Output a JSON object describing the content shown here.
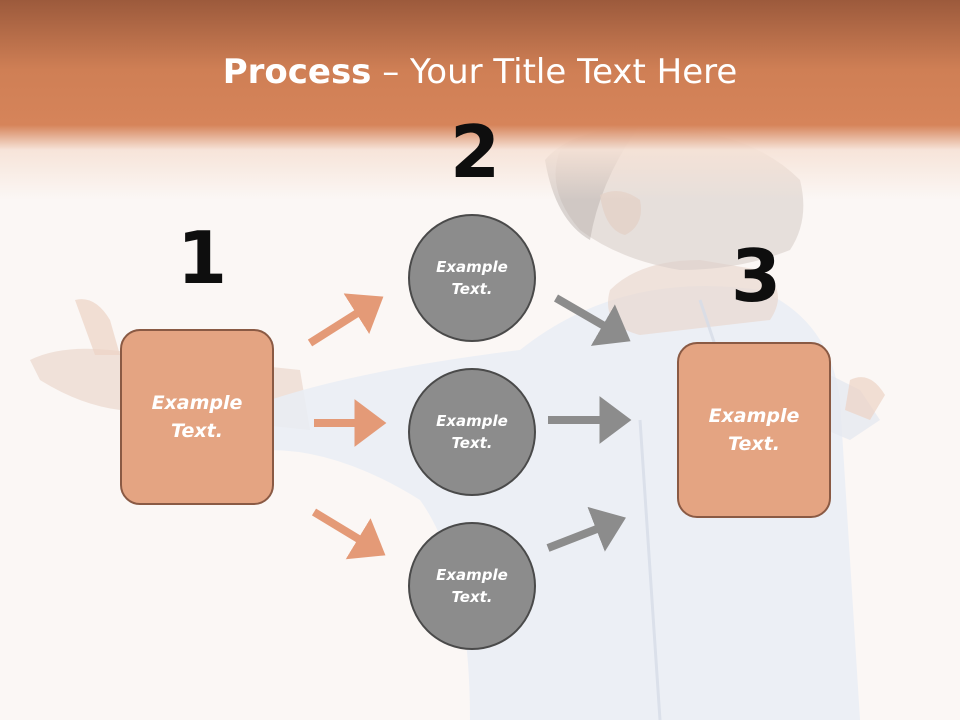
{
  "title": {
    "bold": "Process",
    "rest": " – Your Title Text Here"
  },
  "steps": {
    "one": "1",
    "two": "2",
    "three": "3"
  },
  "boxes": {
    "left": [
      "Example",
      "Text."
    ],
    "right": [
      "Example",
      "Text."
    ]
  },
  "circles": {
    "top": [
      "Example",
      "Text."
    ],
    "middle": [
      "Example",
      "Text."
    ],
    "bottom": [
      "Example",
      "Text."
    ]
  },
  "colors": {
    "header": "#d6845a",
    "box_fill": "#e4a482",
    "box_border": "#8a5a44",
    "circle_fill": "#8c8c8c",
    "circle_border": "#4a4a4a",
    "arrow_orange": "#e49a77",
    "arrow_gray": "#8c8c8c"
  }
}
